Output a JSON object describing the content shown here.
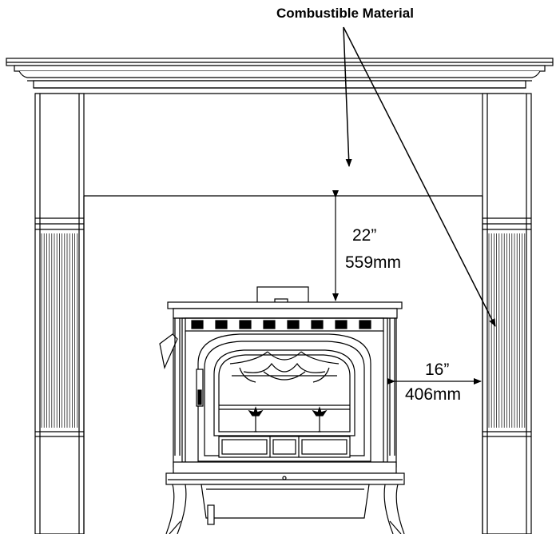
{
  "diagram": {
    "callout": "Combustible Material",
    "clearance_top": {
      "imperial": "22”",
      "metric": "559mm"
    },
    "clearance_side": {
      "imperial": "16”",
      "metric": "406mm"
    }
  }
}
